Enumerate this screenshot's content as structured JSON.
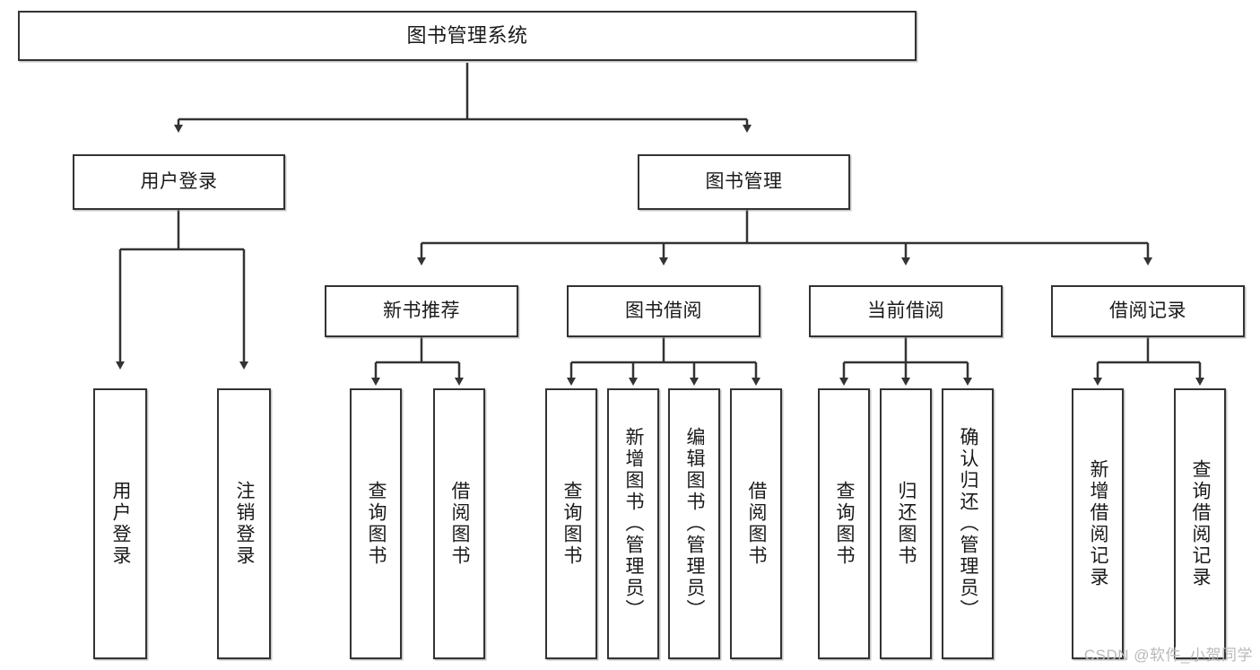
{
  "diagram": {
    "type": "tree",
    "title": "图书管理系统",
    "root": {
      "label": "图书管理系统"
    },
    "level2": [
      {
        "label": "用户登录"
      },
      {
        "label": "图书管理"
      }
    ],
    "level3": [
      {
        "label": "新书推荐"
      },
      {
        "label": "图书借阅"
      },
      {
        "label": "当前借阅"
      },
      {
        "label": "借阅记录"
      }
    ],
    "leaves": {
      "user_login": [
        {
          "label": "用户登录"
        },
        {
          "label": "注销登录"
        }
      ],
      "new_book_recommend": [
        {
          "label": "查询图书"
        },
        {
          "label": "借阅图书"
        }
      ],
      "book_borrow": [
        {
          "label": "查询图书"
        },
        {
          "label": "新增图书（管理员）"
        },
        {
          "label": "编辑图书（管理员）"
        },
        {
          "label": "借阅图书"
        }
      ],
      "current_borrow": [
        {
          "label": "查询图书"
        },
        {
          "label": "归还图书"
        },
        {
          "label": "确认归还（管理员）"
        }
      ],
      "borrow_record": [
        {
          "label": "新增借阅记录"
        },
        {
          "label": "查询借阅记录"
        }
      ]
    },
    "watermark": "CSDN @软件_小贺同学",
    "colors": {
      "stroke": "#333333",
      "fill": "#ffffff",
      "text": "#1a1a1a",
      "watermark": "#b9b9b9"
    }
  }
}
